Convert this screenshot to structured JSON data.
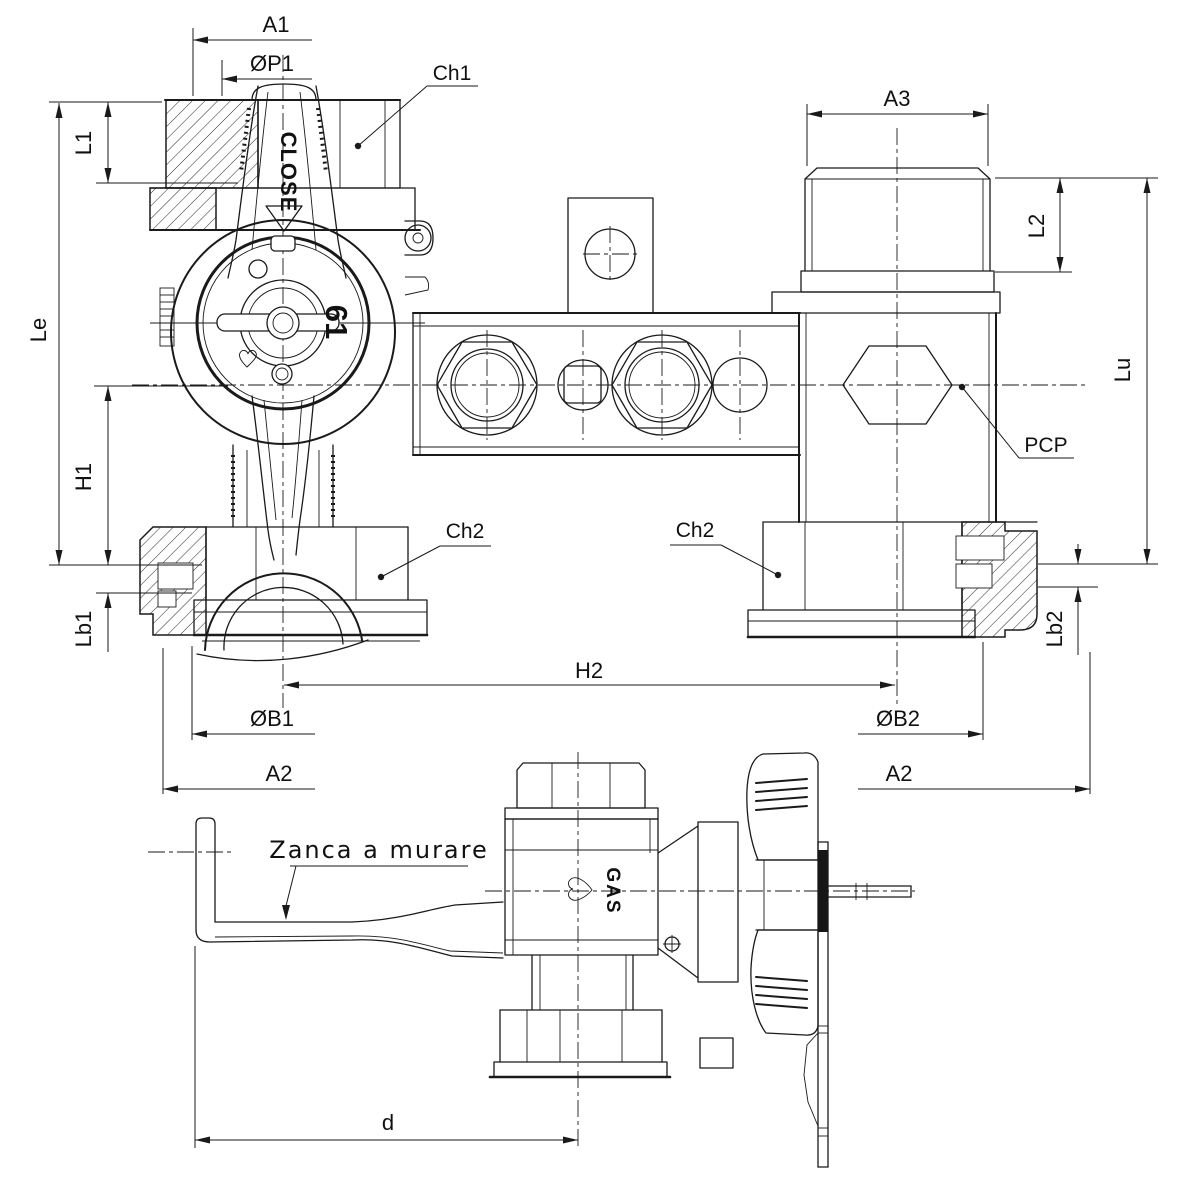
{
  "drawing": {
    "dims": {
      "a1": "A1",
      "p1": "ØP1",
      "l1": "L1",
      "le": "Le",
      "h1": "H1",
      "lb1": "Lb1",
      "a3": "A3",
      "l2": "L2",
      "lu": "Lu",
      "lb2": "Lb2",
      "h2": "H2",
      "b1": "ØB1",
      "b2": "ØB2",
      "a2_left": "A2",
      "a2_right": "A2",
      "d": "d"
    },
    "callouts": {
      "ch1": "Ch1",
      "ch2_left": "Ch2",
      "ch2_right": "Ch2",
      "pcp": "PCP"
    },
    "annotations": {
      "zanca": "Zanca a murare"
    },
    "markings": {
      "close": "CLOSE",
      "dial_number": "61",
      "gas": "GAS"
    },
    "colors": {
      "line": "#1a1a1a",
      "background": "#ffffff"
    }
  }
}
